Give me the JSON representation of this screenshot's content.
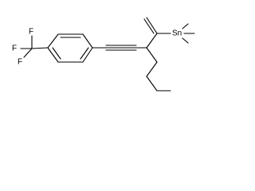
{
  "molecule": {
    "atoms": {
      "fluorine_top": "F",
      "fluorine_left_upper": "F",
      "fluorine_left_lower": "F",
      "carbon_cf3": "",
      "tin": "Sn"
    },
    "colors": {
      "bond": "#000000",
      "label": "#000000",
      "background": "#ffffff"
    }
  }
}
